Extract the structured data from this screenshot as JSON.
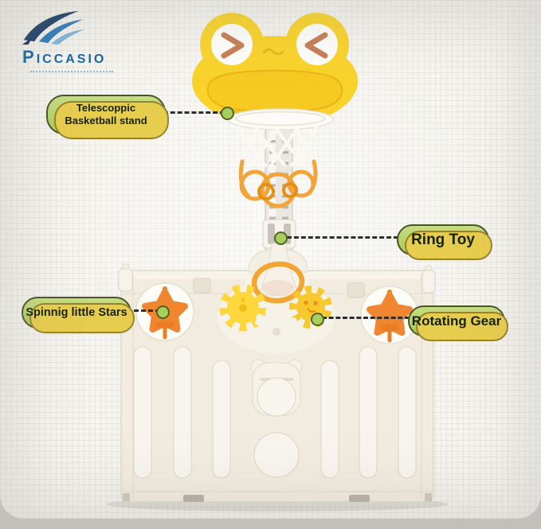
{
  "brand": {
    "name": "PICCASIO",
    "logo_icon": "wave-logo-icon"
  },
  "callouts": {
    "telescopic": {
      "line1": "Telescoppic",
      "line2": "Basketball stand"
    },
    "ring_toy": {
      "label": "Ring Toy"
    },
    "stars": {
      "label": "Spinnig little Stars"
    },
    "gear": {
      "label": "Rotating Gear"
    }
  },
  "product_parts": [
    "frog-backboard",
    "basketball-rim",
    "basketball-net",
    "telescopic-pole",
    "ring-toss-cone",
    "orange-ring",
    "star-knob-left",
    "star-knob-right",
    "gear-yellow-left",
    "gear-gold-right",
    "gear-white-center",
    "playpen-fence"
  ],
  "colors": {
    "brand_blue": "#1566a4",
    "frog_yellow": "#f9d32b",
    "eye_mark": "#c67e57",
    "net_orange": "#f2a43b",
    "ring_orange": "#f2a530",
    "star_orange": "#f0862f",
    "axle_orange": "#ea7f24",
    "gear_yellow": "#ffd73c",
    "gear_gold": "#f8c92e",
    "label_green_light": "#c6dd82",
    "label_green": "#a9cb58",
    "label_border": "#4a5526",
    "label_shadow": "#e7cd4d",
    "dot_green": "#a8cf5d",
    "dot_border": "#556326",
    "dash": "#2e2e2e"
  }
}
